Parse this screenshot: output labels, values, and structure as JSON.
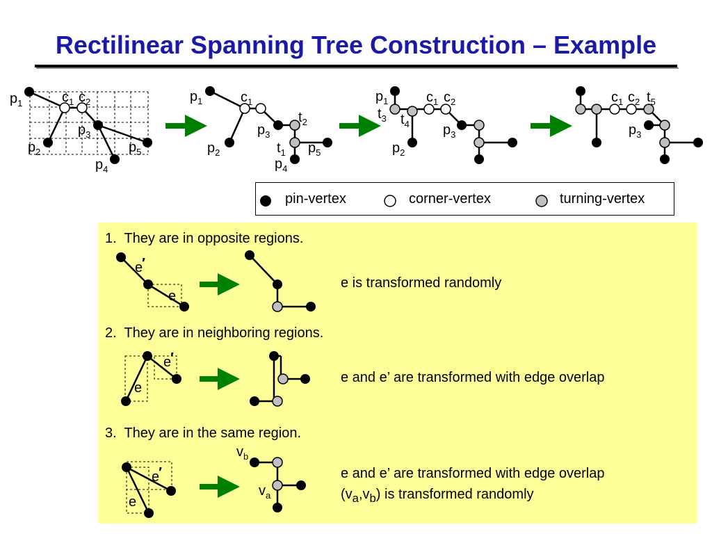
{
  "title": "Rectilinear Spanning Tree Construction – Example",
  "colors": {
    "title": "#1a1aa6",
    "arrow": "#008000",
    "panel": "#ffff99",
    "turning_vertex": "#c0c0c0"
  },
  "legend": {
    "pin_vertex": "pin-vertex",
    "corner_vertex": "corner-vertex",
    "turning_vertex": "turning-vertex"
  },
  "labels": {
    "p": "p",
    "c": "c",
    "t": "t",
    "e": "e",
    "v": "v",
    "prime": "′",
    "n1": "1",
    "n2": "2",
    "n3": "3",
    "n4": "4",
    "n5": "5",
    "a": "a",
    "b": "b"
  },
  "cases": [
    {
      "number": "1.",
      "heading": "They are in opposite regions.",
      "description": [
        "e is transformed randomly"
      ]
    },
    {
      "number": "2.",
      "heading": "They are in neighboring regions.",
      "description": [
        "e and e’ are transformed with edge overlap"
      ]
    },
    {
      "number": "3.",
      "heading": "They are in the same region.",
      "description_line1": "e and e’ are transformed with edge overlap",
      "pair_open": "(",
      "pair_sep": ",",
      "pair_close": ")",
      "description_line2_tail": " is transformed randomly"
    }
  ]
}
